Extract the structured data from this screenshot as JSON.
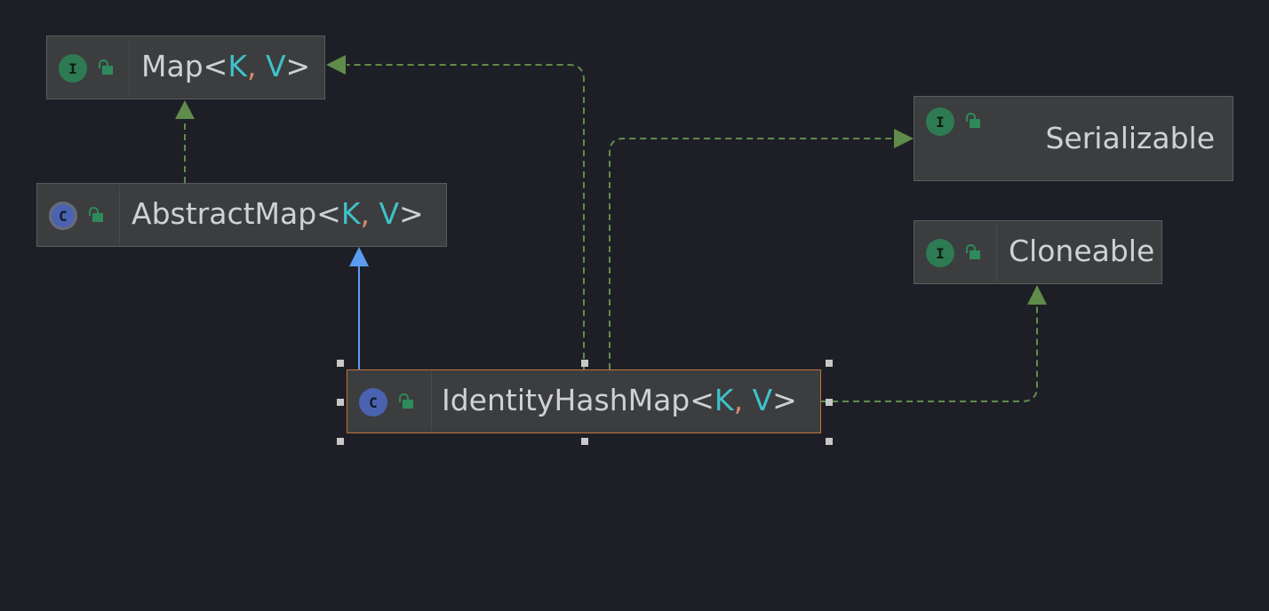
{
  "diagram": {
    "nodes": [
      {
        "id": "map",
        "kind": "interface",
        "badge": "I",
        "name": "Map",
        "generic_open": "<",
        "type_params": [
          "K",
          "V"
        ],
        "generic_sep": ",",
        "generic_close": ">"
      },
      {
        "id": "abstractmap",
        "kind": "abstract-class",
        "badge": "C",
        "name": "AbstractMap",
        "generic_open": "<",
        "type_params": [
          "K",
          "V"
        ],
        "generic_sep": ",",
        "generic_close": ">"
      },
      {
        "id": "identityhashmap",
        "kind": "class",
        "badge": "C",
        "name": "IdentityHashMap",
        "generic_open": "<",
        "type_params": [
          "K",
          "V"
        ],
        "generic_sep": ",",
        "generic_close": ">",
        "selected": true
      },
      {
        "id": "serializable",
        "kind": "interface",
        "badge": "I",
        "name": "Serializable"
      },
      {
        "id": "cloneable",
        "kind": "interface",
        "badge": "I",
        "name": "Cloneable"
      }
    ],
    "edges": [
      {
        "from": "abstractmap",
        "to": "map",
        "type": "implements",
        "style": "dashed"
      },
      {
        "from": "identityhashmap",
        "to": "abstractmap",
        "type": "extends",
        "style": "solid"
      },
      {
        "from": "identityhashmap",
        "to": "map",
        "type": "implements",
        "style": "dashed"
      },
      {
        "from": "identityhashmap",
        "to": "serializable",
        "type": "implements",
        "style": "dashed"
      },
      {
        "from": "identityhashmap",
        "to": "cloneable",
        "type": "implements",
        "style": "dashed"
      }
    ],
    "colors": {
      "background": "#1e1f26",
      "implements_edge": "#5f8c4a",
      "extends_edge": "#5b9bf0",
      "selection_border": "#c0743a",
      "type_param": "#3fc1c9",
      "punctuation": "#d98a6a"
    }
  }
}
